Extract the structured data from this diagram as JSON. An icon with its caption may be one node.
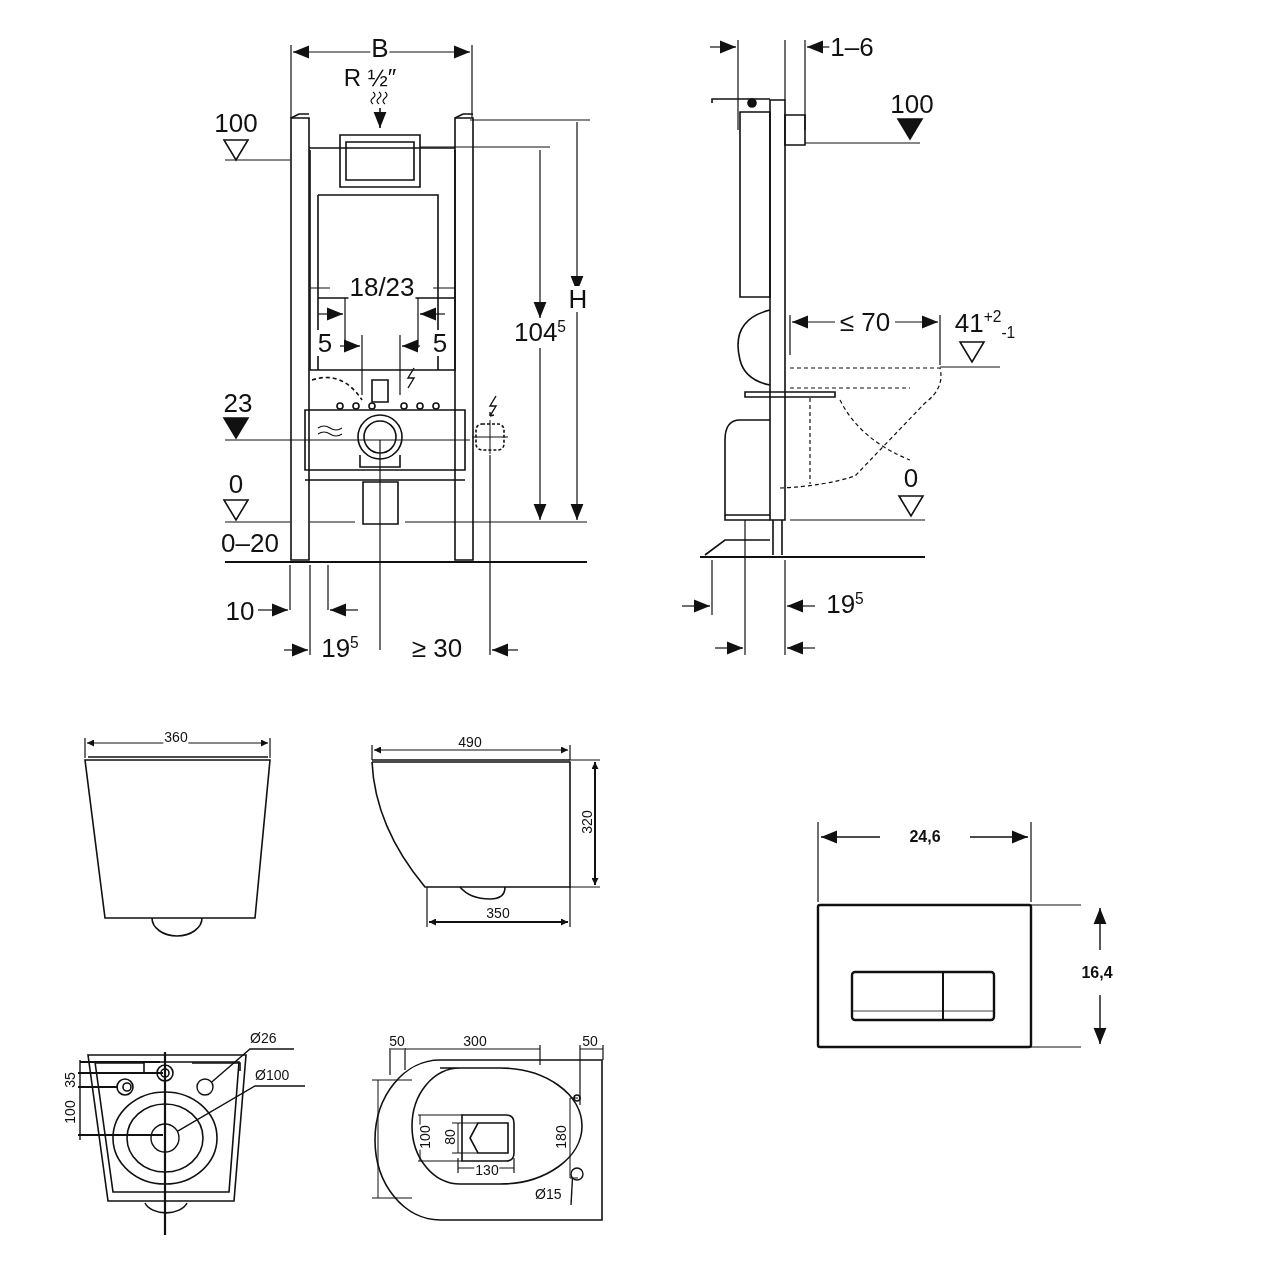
{
  "diagram": {
    "nodes": [
      {
        "text": [
          "Ø26"
        ]
      },
      {
        "text": [],
        "shape": "circle"
      },
      {
        "text": [
          "Ø100"
        ]
      },
      {
        "text": [],
        "shape": "circle"
      },
      {
        "text": [
          "Ø15"
        ]
      },
      {
        "text": [],
        "shape": "circle"
      }
    ],
    "edges": [
      {
        "from": 0,
        "to": 1,
        "arrow": "none"
      },
      {
        "from": 2,
        "to": 3,
        "arrow": "none"
      },
      {
        "from": 4,
        "to": 5,
        "arrow": "none"
      }
    ],
    "labels": [
      "B",
      "1–6",
      "R ½″",
      "100",
      "100",
      "H",
      "18/23",
      "≤ 70",
      "41$^{+2}$$_{-1}$",
      "5",
      "5",
      "104$^{5}$",
      "23",
      "0",
      "0",
      "0–20",
      "10",
      "19$^{5}$",
      "19$^{5}$",
      "≥ 30",
      "360",
      "490",
      "320",
      "350",
      "24,6",
      "16,4",
      "50",
      "300",
      "50",
      "35",
      "100",
      "100",
      "80",
      "180",
      "130"
    ]
  }
}
